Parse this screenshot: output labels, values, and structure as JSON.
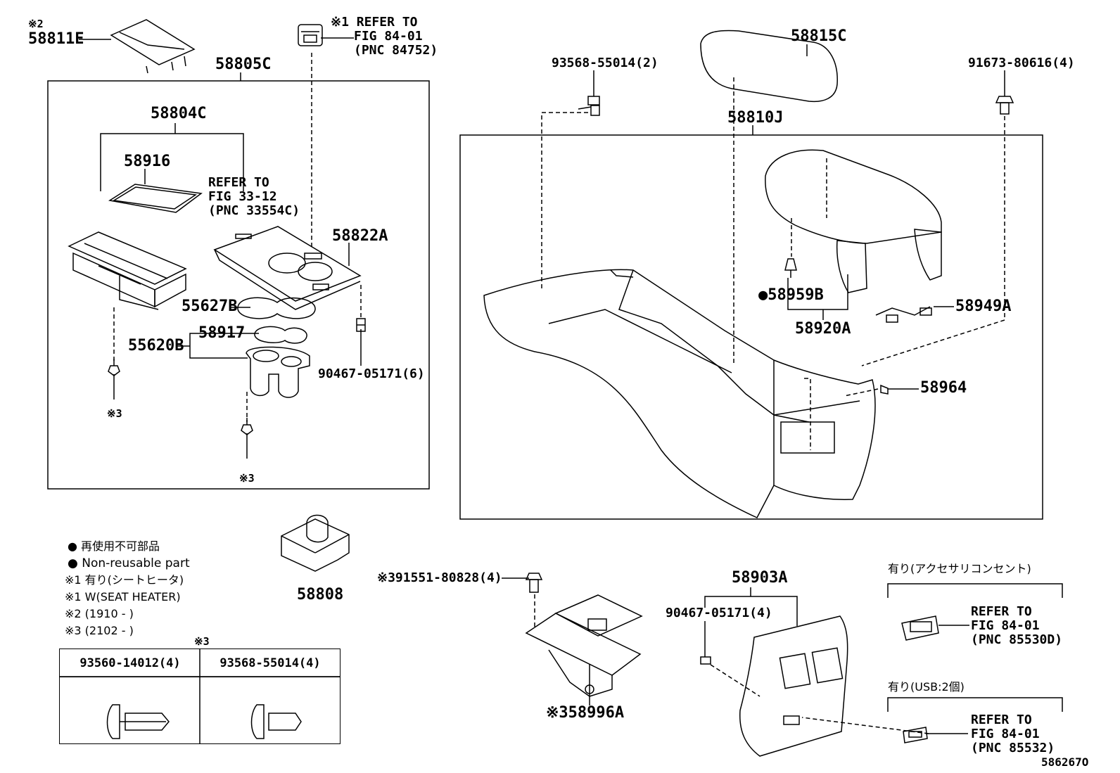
{
  "diagram": {
    "labels": {
      "ref2": "※2",
      "p58811E": "58811E",
      "ref1_refer": "※1 REFER TO",
      "ref1_fig": "FIG 84-01",
      "ref1_pnc": "(PNC 84752)",
      "p58805C": "58805C",
      "p58804C": "58804C",
      "p58916": "58916",
      "refer33_a": "REFER TO",
      "refer33_b": "FIG 33-12",
      "refer33_c": "(PNC 33554C)",
      "p58822A": "58822A",
      "p55627B": "55627B",
      "p55620B": "55620B",
      "p58917": "58917",
      "p90467_6": "90467-05171(6)",
      "mark3_a": "※3",
      "mark3_b": "※3",
      "p93568_2": "93568-55014(2)",
      "p58815C": "58815C",
      "p91673": "91673-80616(4)",
      "p58810J": "58810J",
      "p58959B": "●58959B",
      "p58920A": "58920A",
      "p58949A": "58949A",
      "p58964": "58964",
      "p58808": "58808",
      "p91551": "※391551-80828(4)",
      "p58996A": "※358996A",
      "p58903A": "58903A",
      "p90467_4": "90467-05171(4)",
      "acc_header": "有り(アクセサリコンセント)",
      "acc_refer": "REFER TO",
      "acc_fig": "FIG 84-01",
      "acc_pnc": "(PNC 85530D)",
      "usb_header": "有り(USB:2個)",
      "usb_refer": "REFER TO",
      "usb_fig": "FIG 84-01",
      "usb_pnc": "(PNC 85532)",
      "fig_id": "586267O"
    },
    "legend": [
      "● 再使用不可部品",
      "● Non-reusable part",
      "※1 有り(シートヒータ)",
      "※1 W(SEAT HEATER)",
      "※2 (1910 -      )",
      "※3 (2102 -      )"
    ],
    "table": {
      "mark": "※3",
      "columns": [
        "93560-14012(4)",
        "93568-55014(4)"
      ]
    }
  }
}
